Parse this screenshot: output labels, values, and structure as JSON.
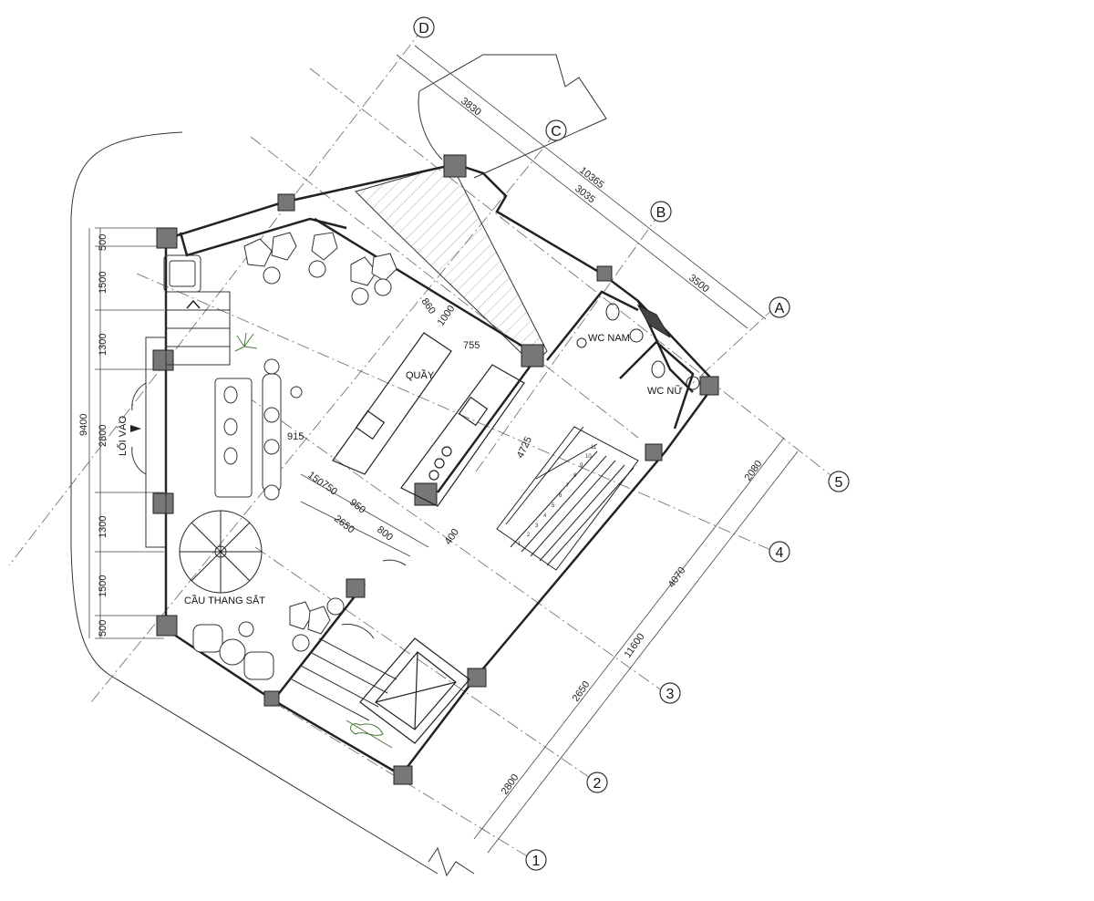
{
  "grid_axes": {
    "letters": [
      "A",
      "B",
      "C",
      "D"
    ],
    "numbers": [
      "1",
      "2",
      "3",
      "4",
      "5"
    ]
  },
  "rooms": {
    "entrance": "LỐI VÀO",
    "counter": "QUẦY",
    "spiral_stair": "CẦU THANG SẮT",
    "wc_male": "WC NAM",
    "wc_female": "WC NỮ"
  },
  "dims_left": [
    "500",
    "1500",
    "1300",
    "2800",
    "1300",
    "1500",
    "500"
  ],
  "dim_left_total": "9400",
  "dims_top": [
    "3830",
    "10365",
    "3035",
    "3500"
  ],
  "dims_right": [
    "2080",
    "4070",
    "11600",
    "2650",
    "2800"
  ],
  "dims_inner": [
    "860",
    "1000",
    "755",
    "915",
    "150",
    "750",
    "950",
    "2650",
    "800",
    "400",
    "4725"
  ],
  "stair_steps": [
    "1",
    "2",
    "3",
    "4",
    "5",
    "6",
    "7",
    "8",
    "9",
    "10",
    "11"
  ]
}
